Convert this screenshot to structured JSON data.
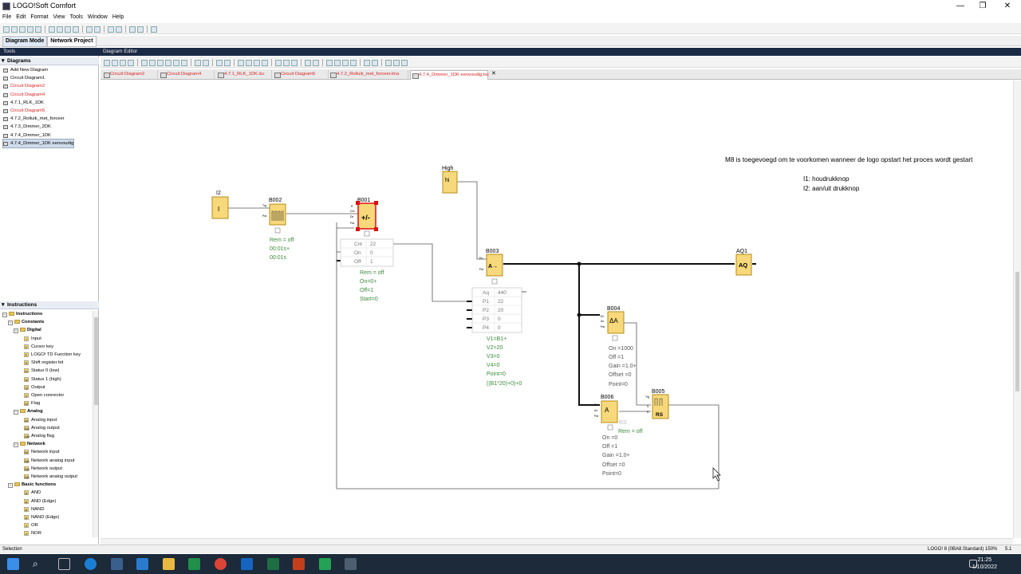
{
  "window": {
    "title": "LOGO!Soft Comfort",
    "minimize": "—",
    "maximize": "❐",
    "close": "✕"
  },
  "menu": [
    "File",
    "Edit",
    "Format",
    "View",
    "Tools",
    "Window",
    "Help"
  ],
  "mode_tabs": [
    "Diagram Mode",
    "Network Project"
  ],
  "panels": {
    "tools": "Tools",
    "editor": "Diagram Editor"
  },
  "diagrams": {
    "header": "Diagrams",
    "items": [
      {
        "label": "Add New Diagram",
        "style": ""
      },
      {
        "label": "Circuit Diagram1",
        "style": ""
      },
      {
        "label": "Circuit Diagram2",
        "style": "red"
      },
      {
        "label": "Circuit Diagram4",
        "style": "red"
      },
      {
        "label": "4.7.1_RLK_1DK",
        "style": ""
      },
      {
        "label": "Circuit Diagram5",
        "style": "red"
      },
      {
        "label": "4.7.2_Rolluik_met_forceer",
        "style": ""
      },
      {
        "label": "4.7.3_Dimmer_2DK",
        "style": ""
      },
      {
        "label": "4.7.4_Dimmer_1DK",
        "style": ""
      },
      {
        "label": "4.7.4_Dimmer_1DK eenvoudig",
        "style": "sel"
      }
    ]
  },
  "instructions": {
    "header": "Instructions",
    "tree": [
      {
        "label": "Instructions",
        "level": 0,
        "kind": "root"
      },
      {
        "label": "Constants",
        "level": 1,
        "kind": "folder"
      },
      {
        "label": "Digital",
        "level": 2,
        "kind": "folder"
      },
      {
        "label": "Input",
        "level": 3,
        "kind": "item",
        "glyph": "I"
      },
      {
        "label": "Cursor key",
        "level": 3,
        "kind": "item",
        "glyph": "C"
      },
      {
        "label": "LOGO! TD Function key",
        "level": 3,
        "kind": "item",
        "glyph": "F"
      },
      {
        "label": "Shift register bit",
        "level": 3,
        "kind": "item",
        "glyph": "S"
      },
      {
        "label": "Status 0 (low)",
        "level": 3,
        "kind": "item",
        "glyph": "lo"
      },
      {
        "label": "Status 1 (high)",
        "level": 3,
        "kind": "item",
        "glyph": "hi"
      },
      {
        "label": "Output",
        "level": 3,
        "kind": "item",
        "glyph": "Q"
      },
      {
        "label": "Open connector",
        "level": 3,
        "kind": "item",
        "glyph": "X"
      },
      {
        "label": "Flag",
        "level": 3,
        "kind": "item",
        "glyph": "M"
      },
      {
        "label": "Analog",
        "level": 2,
        "kind": "folder"
      },
      {
        "label": "Analog input",
        "level": 3,
        "kind": "item",
        "glyph": "AI"
      },
      {
        "label": "Analog output",
        "level": 3,
        "kind": "item",
        "glyph": "AQ"
      },
      {
        "label": "Analog flag",
        "level": 3,
        "kind": "item",
        "glyph": "AM"
      },
      {
        "label": "Network",
        "level": 2,
        "kind": "folder"
      },
      {
        "label": "Network input",
        "level": 3,
        "kind": "item",
        "glyph": "NI"
      },
      {
        "label": "Network analog input",
        "level": 3,
        "kind": "item",
        "glyph": "NA"
      },
      {
        "label": "Network output",
        "level": 3,
        "kind": "item",
        "glyph": "NQ"
      },
      {
        "label": "Network analog output",
        "level": 3,
        "kind": "item",
        "glyph": "NA"
      },
      {
        "label": "Basic functions",
        "level": 1,
        "kind": "folder"
      },
      {
        "label": "AND",
        "level": 3,
        "kind": "item",
        "glyph": "&"
      },
      {
        "label": "AND (Edge)",
        "level": 3,
        "kind": "item",
        "glyph": "&"
      },
      {
        "label": "NAND",
        "level": 3,
        "kind": "item",
        "glyph": "&"
      },
      {
        "label": "NAND (Edge)",
        "level": 3,
        "kind": "item",
        "glyph": "&"
      },
      {
        "label": "OR",
        "level": 3,
        "kind": "item",
        "glyph": "≥"
      },
      {
        "label": "NOR",
        "level": 3,
        "kind": "item",
        "glyph": "≥"
      }
    ]
  },
  "doc_tabs": [
    {
      "label": "Circuit Diagram2",
      "active": false
    },
    {
      "label": "Circuit Diagram4",
      "active": false
    },
    {
      "label": "4.7.1_RLK_1DK.lsc",
      "active": false
    },
    {
      "label": "Circuit Diagram5",
      "active": false
    },
    {
      "label": "4.7.2_Rolluik_met_forceer.lma",
      "active": false
    },
    {
      "label": "4.7.4_Dimmer_1DK eenvoudig.lsc",
      "active": true
    }
  ],
  "diagram": {
    "note_main": "M8 is toegevoegd om te voorkomen wanneer de logo opstart het proces wordt gestart",
    "note_i1": "I1: houdrukknop",
    "note_i2": "I2: aan/uit drukknop",
    "i2": {
      "label": "I2",
      "glyph": "I"
    },
    "high": {
      "label": "High",
      "glyph": "hi"
    },
    "b002": {
      "label": "B002",
      "params": [
        "Rem = off",
        "00:01s+",
        "00:01s"
      ]
    },
    "b001": {
      "label": "B001",
      "glyph": "+/-",
      "table": [
        [
          "Cnt",
          "22"
        ],
        [
          "On",
          "0"
        ],
        [
          "Off",
          "1"
        ]
      ],
      "params": [
        "Rem = off",
        "On=0+",
        "Off=1",
        "Start=0"
      ]
    },
    "b003": {
      "label": "B003",
      "glyph": "A→",
      "table": [
        [
          "Aq",
          "440"
        ],
        [
          "P1",
          "22"
        ],
        [
          "P2",
          "20"
        ],
        [
          "P3",
          "0"
        ],
        [
          "P4",
          "0"
        ]
      ],
      "params": [
        "V1=B1+",
        "V2=20",
        "V3=0",
        "V4=0",
        "Point=0",
        "((B1*20)+0)+0"
      ]
    },
    "aq1": {
      "label": "AQ1",
      "glyph": "AQ"
    },
    "b004": {
      "label": "B004",
      "glyph": "ΔA",
      "params": [
        "On    =1000",
        "Off    =1",
        "Gain   =1.0+",
        "Offset =0",
        "Point=0"
      ]
    },
    "b006": {
      "label": "B006",
      "glyph": "A",
      "params": [
        "On    =0",
        "Off    =1",
        "Gain   =1.0+",
        "Offset =0",
        "Point=0"
      ]
    },
    "b005": {
      "label": "B005",
      "glyph": "RS",
      "params": [
        "Rem = off"
      ]
    },
    "pins": {
      "trg": "Trg",
      "en": "En",
      "r": "R",
      "s": "S",
      "dir": "Dir",
      "cnt": "Cnt",
      "par": "Par",
      "ax": "Ax",
      "rs": "RS"
    }
  },
  "status": {
    "left": "Selection",
    "right": "LOGO! 8 (0BA8.Standard) 150%",
    "page": "5.1"
  },
  "taskbar": {
    "time": "21:25",
    "date": "1/10/2022"
  },
  "colors": {
    "block": "#f7d87a",
    "block_border": "#b58d1a",
    "param_text": "#3a8a3a",
    "selected": "#dd1111",
    "title_dark": "#1b2a44"
  }
}
